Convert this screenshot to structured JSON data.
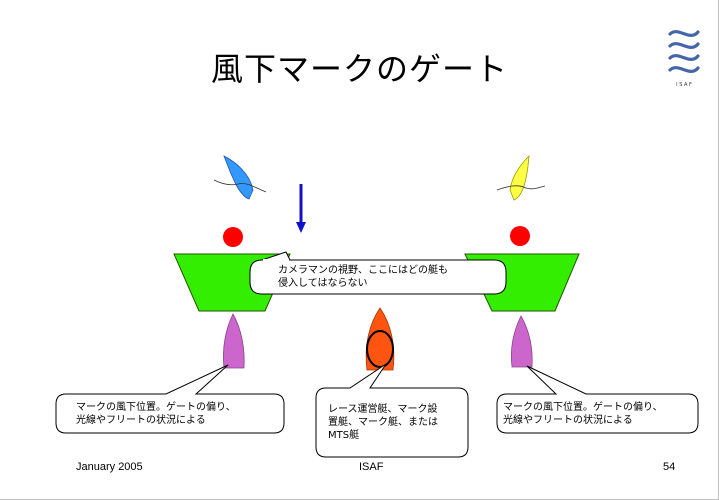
{
  "slide": {
    "title": "風下マークのゲート",
    "logo": {
      "icon": "isaf-logo-icon",
      "text": "I S A F"
    },
    "footer": {
      "date": "January 2005",
      "org": "ISAF",
      "page": "54"
    }
  },
  "callouts": {
    "camera": [
      "カメラマンの視野、ここにはどの艇も",
      "侵入してはならない"
    ],
    "left_mark": [
      "マークの風下位置。ゲートの偏り、",
      "光線やフリートの状況による"
    ],
    "center_boat": [
      "レース運営艇、マーク設",
      "置艇、マーク艇、または",
      "MTS艇"
    ],
    "right_mark": [
      "マークの風下位置。ゲートの偏り、",
      "光線やフリートの状況による"
    ]
  },
  "colors": {
    "zone_green": "#33ee00",
    "mark_red": "#ff0000",
    "boat_blue": "#3399ff",
    "boat_yellow": "#ffff44",
    "boat_purple": "#cc66cc",
    "boat_orange": "#ff5511",
    "arrow_blue": "#1111cc"
  }
}
